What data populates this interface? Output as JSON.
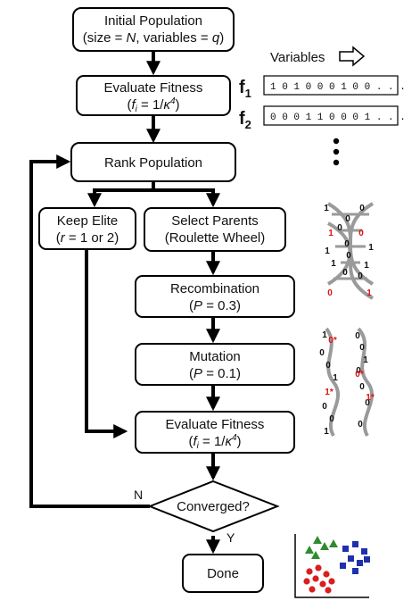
{
  "nodes": {
    "initial_population": {
      "line1": "Initial Population",
      "line2": "(size = N, variables = q)"
    },
    "evaluate_fitness_1": {
      "line1": "Evaluate Fitness",
      "line2": "(fi = 1/κ4)"
    },
    "rank_population": {
      "line1": "Rank Population"
    },
    "keep_elite": {
      "line1": "Keep Elite",
      "line2": "(r = 1 or 2)"
    },
    "select_parents": {
      "line1": "Select Parents",
      "line2": "(Roulette Wheel)"
    },
    "recombination": {
      "line1": "Recombination",
      "line2": "(P = 0.3)"
    },
    "mutation": {
      "line1": "Mutation",
      "line2": "(P = 0.1)"
    },
    "evaluate_fitness_2": {
      "line1": "Evaluate Fitness",
      "line2": "(fi = 1/κ4)"
    },
    "converged": {
      "line1": "Converged?"
    },
    "done": {
      "line1": "Done"
    }
  },
  "edge_labels": {
    "no": "N",
    "yes": "Y"
  },
  "variables_panel": {
    "label": "Variables",
    "arrow_icon": "outline-right-arrow-icon",
    "rows": [
      {
        "name": "f",
        "sub": "1",
        "bits": "1 0 1 0 0 0 1 0 0 . . ."
      },
      {
        "name": "f",
        "sub": "2",
        "bits": "0 0 0 1 1 0 0 0 1 . . ."
      }
    ],
    "ellipsis_icon": "vertical-ellipsis-icon"
  },
  "crossover_illustration": {
    "icon": "dna-crossover-icon",
    "bits": [
      {
        "t": "1",
        "red": false
      },
      {
        "t": "0",
        "red": false
      },
      {
        "t": "0",
        "red": false
      },
      {
        "t": "0",
        "red": false
      },
      {
        "t": "1",
        "red": true
      },
      {
        "t": "0",
        "red": true
      },
      {
        "t": "0",
        "red": false
      },
      {
        "t": "1",
        "red": false
      },
      {
        "t": "1",
        "red": false
      },
      {
        "t": "0",
        "red": false
      },
      {
        "t": "1",
        "red": false
      },
      {
        "t": "1",
        "red": false
      },
      {
        "t": "0",
        "red": false
      },
      {
        "t": "0",
        "red": false
      },
      {
        "t": "0",
        "red": true
      },
      {
        "t": "1",
        "red": true
      }
    ]
  },
  "mutation_illustration": {
    "icon": "mutation-strands-icon",
    "left": [
      {
        "t": "1",
        "red": false
      },
      {
        "t": "0*",
        "red": true
      },
      {
        "t": "0",
        "red": false
      },
      {
        "t": "0",
        "red": false
      },
      {
        "t": "1",
        "red": false
      },
      {
        "t": "1*",
        "red": true
      },
      {
        "t": "0",
        "red": false
      },
      {
        "t": "0",
        "red": false
      },
      {
        "t": "1",
        "red": false
      }
    ],
    "right": [
      {
        "t": "0",
        "red": false
      },
      {
        "t": "0",
        "red": false
      },
      {
        "t": "1",
        "red": false
      },
      {
        "t": "0",
        "red": false
      },
      {
        "t": "0*",
        "red": true
      },
      {
        "t": "0",
        "red": false
      },
      {
        "t": "0",
        "red": false
      },
      {
        "t": "1*",
        "red": true
      },
      {
        "t": "0",
        "red": false
      }
    ]
  },
  "cluster_illustration": {
    "icon": "cluster-scatter-icon",
    "colors": {
      "triangle": "#2e8b2e",
      "square": "#1f2fae",
      "circle": "#d81f1f"
    }
  },
  "colors": {
    "line": "#000000",
    "strand": "#9a9a9a",
    "accent_red": "#dd1111"
  }
}
